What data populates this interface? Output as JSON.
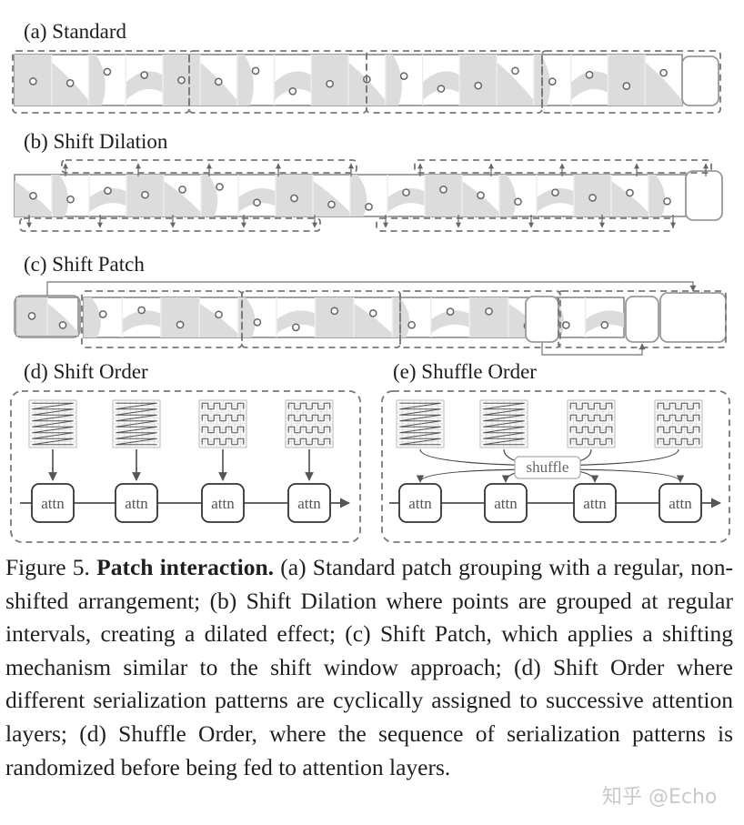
{
  "panels": {
    "a": "(a) Standard",
    "b": "(b) Shift Dilation",
    "c": "(c) Shift Patch",
    "d": "(d) Shift Order",
    "e": "(e) Shuffle Order"
  },
  "attn_label": "attn",
  "shuffle_label": "shuffle",
  "caption": {
    "prefix": "Figure 5.",
    "bold": "Patch interaction.",
    "text": "(a) Standard patch grouping with a regular, non-shifted arrangement; (b) Shift Dilation where points are grouped at regular intervals, creating a dilated effect; (c) Shift Patch, which applies a shifting mechanism similar to the shift window approach; (d) Shift Order where different serialization patterns are cyclically assigned to successive attention layers; (d) Shuffle Order, where the sequence of serialization patterns is randomized before being fed to attention layers."
  },
  "watermark": "知乎 @Echo",
  "colors": {
    "stroke": "#8a8a8a",
    "band": "#dcdcdc",
    "dash": "#777777"
  }
}
